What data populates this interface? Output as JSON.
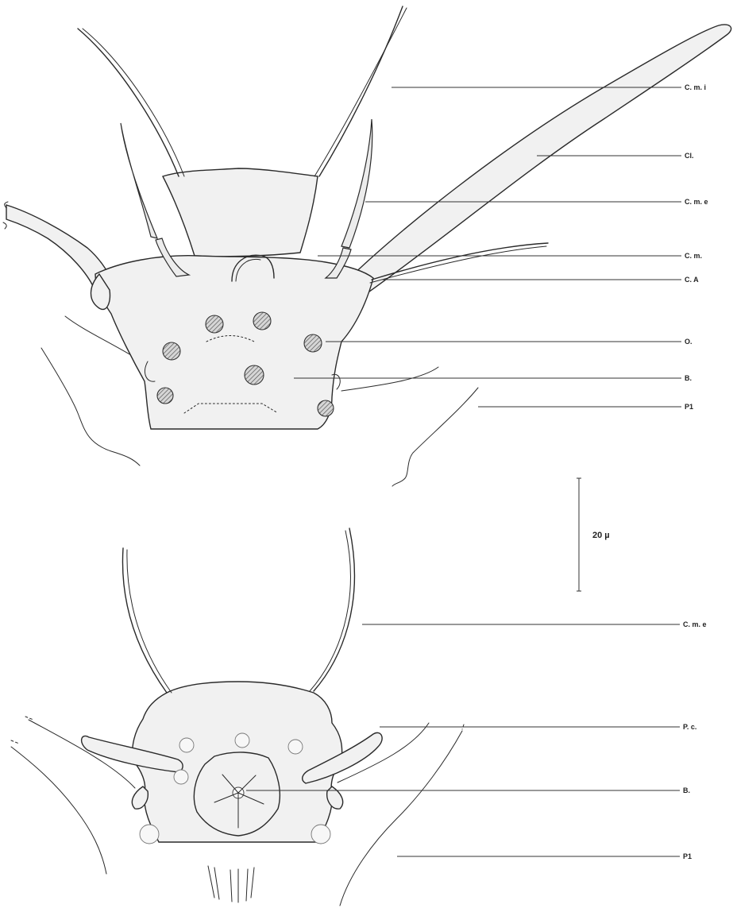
{
  "figure": {
    "top_view": {
      "labels": [
        {
          "id": "cmi",
          "text": "C. m. i"
        },
        {
          "id": "cl",
          "text": "Cl."
        },
        {
          "id": "cme",
          "text": "C. m. e"
        },
        {
          "id": "cm",
          "text": "C. m."
        },
        {
          "id": "ca",
          "text": "C. A"
        },
        {
          "id": "o",
          "text": "O."
        },
        {
          "id": "b",
          "text": "B."
        },
        {
          "id": "p1",
          "text": "P1"
        }
      ]
    },
    "scale_bar": {
      "label": "20 µ"
    },
    "bottom_view": {
      "labels": [
        {
          "id": "cme",
          "text": "C. m. e"
        },
        {
          "id": "pc",
          "text": "P. c."
        },
        {
          "id": "b",
          "text": "B."
        },
        {
          "id": "p1",
          "text": "P1"
        }
      ]
    }
  }
}
